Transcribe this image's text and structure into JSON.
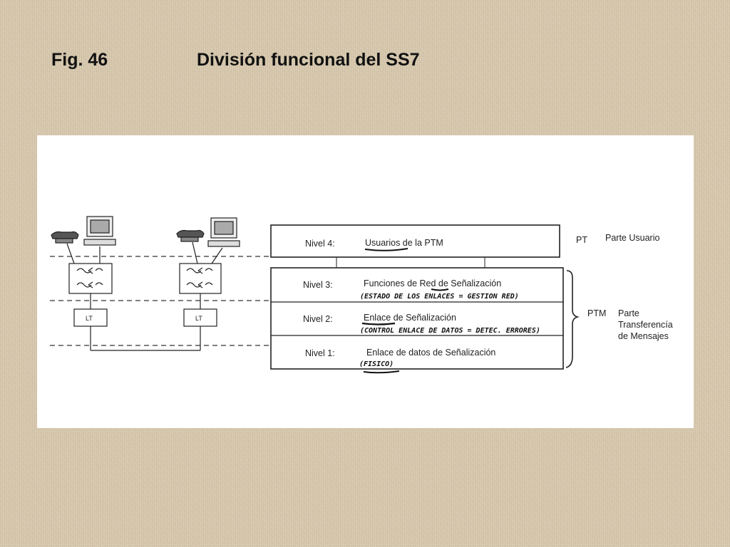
{
  "slide": {
    "fig_number": "Fig. 46",
    "title": "División funcional del SS7"
  },
  "diagram": {
    "left_nodes": [
      {
        "terminal_label": "LT"
      },
      {
        "terminal_label": "LT"
      }
    ],
    "levels": [
      {
        "level": "Nivel 4:",
        "name": "Usuarios de la PTM",
        "note": ""
      },
      {
        "level": "Nivel 3:",
        "name": "Funciones de Red de Señalización",
        "note": "(ESTADO DE LOS ENLACES = GESTION RED)"
      },
      {
        "level": "Nivel 2:",
        "name": "Enlace de Señalización",
        "note": "(CONTROL ENLACE DE DATOS = DETEC. ERRORES)"
      },
      {
        "level": "Nivel 1:",
        "name": "Enlace de datos de Señalización",
        "note": "(FISICO)"
      }
    ],
    "groups": [
      {
        "abbr": "PT",
        "label_lines": [
          "Parte Usuario"
        ]
      },
      {
        "abbr": "PTM",
        "label_lines": [
          "Parte",
          "Transferencía",
          "de Mensajes"
        ]
      }
    ]
  }
}
